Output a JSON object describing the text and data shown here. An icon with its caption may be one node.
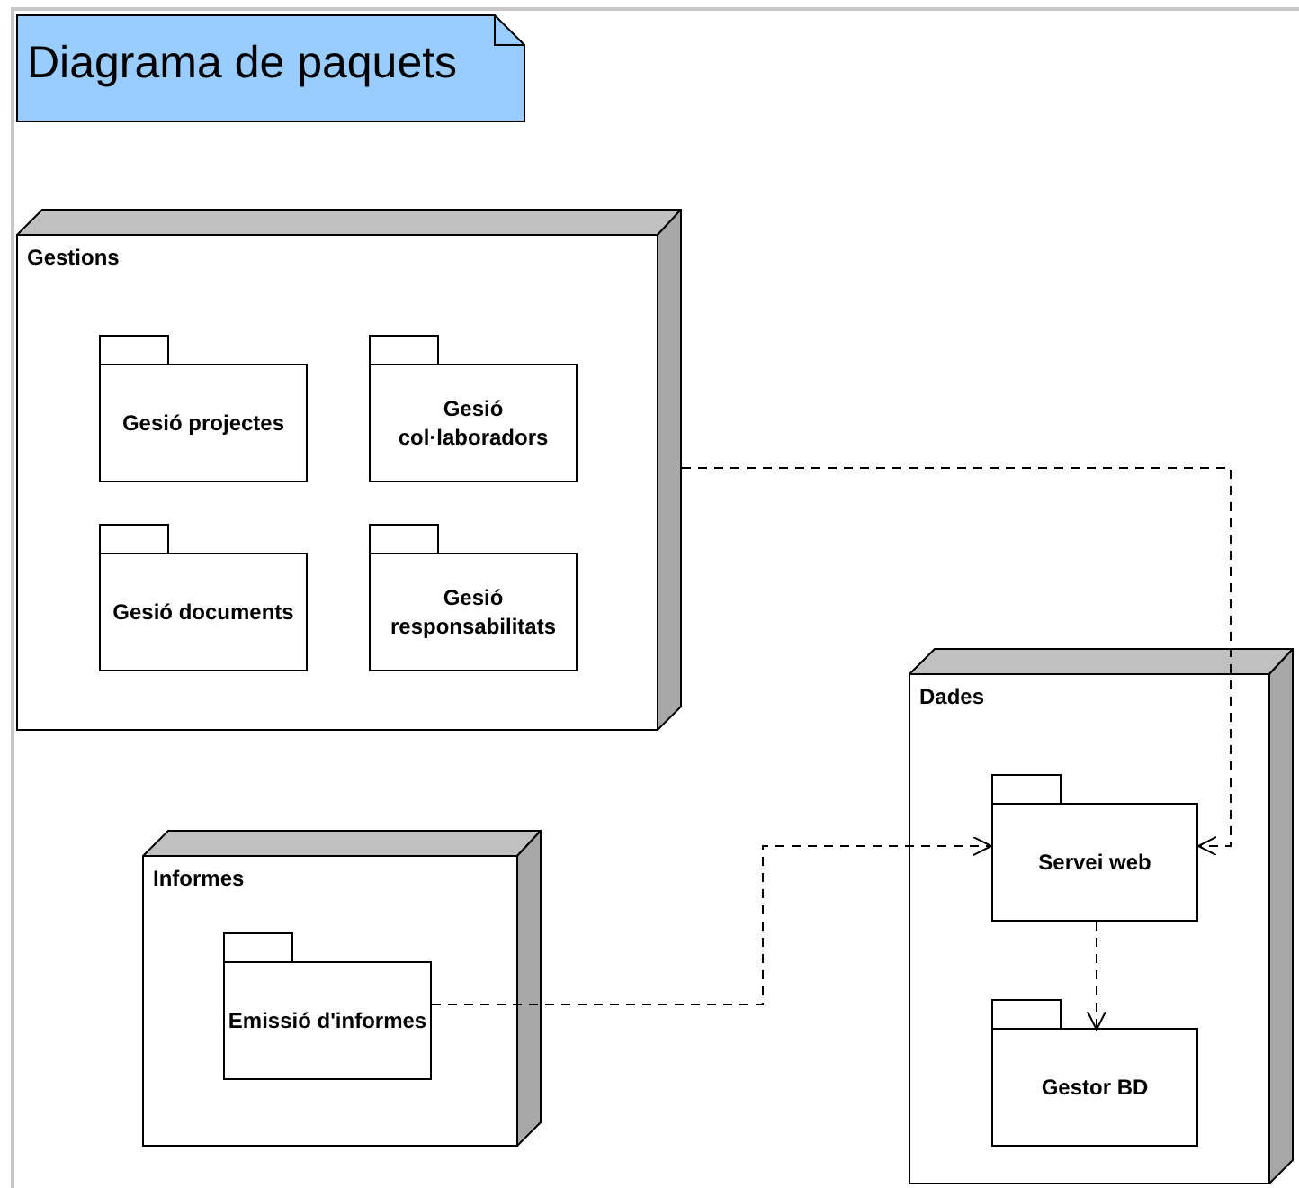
{
  "diagram": {
    "title": "Diagrama de paquets",
    "nodes": [
      {
        "text": [
          "Gestions"
        ]
      },
      {
        "text": [
          "Gesió projectes"
        ],
        "in": 0
      },
      {
        "text": [
          "Gesió col·laboradors"
        ],
        "in": 0
      },
      {
        "text": [
          "Gesió documents"
        ],
        "in": 0
      },
      {
        "text": [
          "Gesió responsabilitats"
        ],
        "in": 0
      },
      {
        "text": [
          "Informes"
        ]
      },
      {
        "text": [
          "Emissió d'informes"
        ],
        "in": 5
      },
      {
        "text": [
          "Dades"
        ]
      },
      {
        "text": [
          "Servei web"
        ],
        "in": 7
      },
      {
        "text": [
          "Gestor BD"
        ],
        "in": 7
      }
    ],
    "edges": [
      {
        "from": 0,
        "to": 8,
        "arrow": "to",
        "style": "dashed"
      },
      {
        "from": 6,
        "to": 8,
        "arrow": "to",
        "style": "dashed"
      },
      {
        "from": 8,
        "to": 9,
        "arrow": "to",
        "style": "dashed"
      }
    ]
  }
}
